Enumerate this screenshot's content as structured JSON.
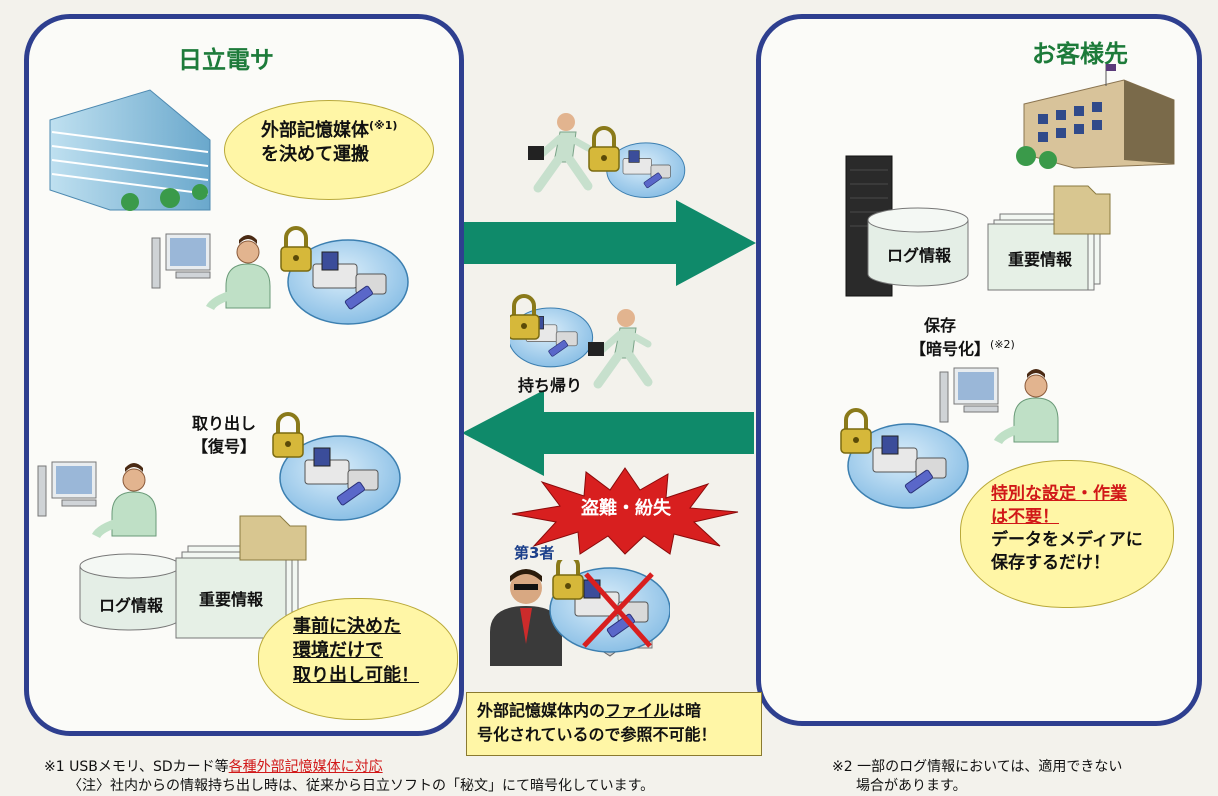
{
  "left_panel": {
    "title": "日立電サ",
    "bubble_top": {
      "line1": "外部記憶媒体",
      "sup": "(※1)",
      "line2": "を決めて運搬"
    },
    "extract_label": {
      "line1": "取り出し",
      "line2": "【復号】"
    },
    "log_label": "ログ情報",
    "important_label": "重要情報",
    "bubble_bottom": {
      "line1": "事前に決めた",
      "line2": "環境だけで",
      "line3": "取り出し可能！"
    }
  },
  "right_panel": {
    "title": "お客様先",
    "log_label": "ログ情報",
    "important_label": "重要情報",
    "store_label": {
      "line1": "保存",
      "line2": "【暗号化】",
      "sup": "(※2)"
    },
    "bubble": {
      "line1": "特別な設定・作業",
      "line2": "は不要！",
      "line3": "データをメディアに",
      "line4": "保存するだけ！"
    }
  },
  "center": {
    "return_label": "持ち帰り",
    "theft_label": "盗難・紛失",
    "third_party_label": "第3者",
    "info_box": {
      "line1_a": "外部記憶媒体内の",
      "line1_b": "ファイル",
      "line1_c": "は暗",
      "line2": "号化されているので参照不可能！"
    }
  },
  "footnotes": {
    "note1_a": "※1 USBメモリ、SDカード等",
    "note1_b": "各種外部記憶媒体に対応",
    "note1_c": "〈注〉社内からの情報持ち出し時は、従来から日立ソフトの「秘文」にて暗号化しています。",
    "note2_a": "※2 一部のログ情報においては、適用できない",
    "note2_b": "場合があります。"
  },
  "colors": {
    "panel_border": "#2e3f8f",
    "arrow": "#0f8a6a",
    "title": "#1d7b3a",
    "bubble": "#fff6a6",
    "alert": "#d11818"
  }
}
